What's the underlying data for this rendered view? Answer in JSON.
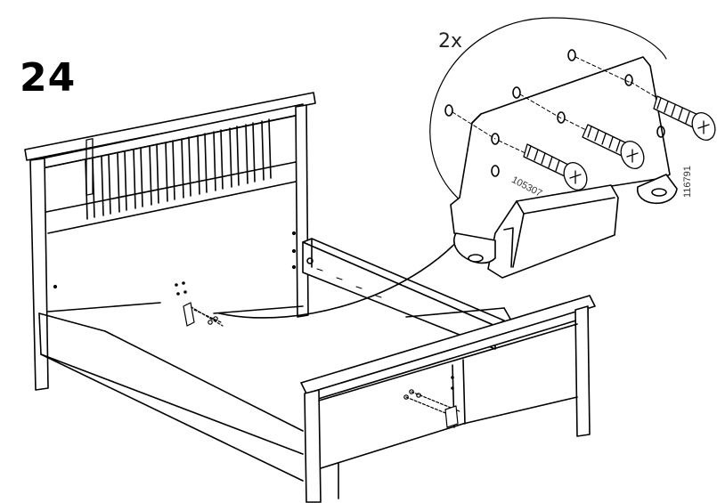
{
  "step": {
    "number": "24"
  },
  "detail": {
    "quantity": "2x",
    "part_number": "105307",
    "document_id": "116791"
  },
  "icons": [
    "bed-frame-illustration",
    "bracket-detail",
    "screw-icon"
  ]
}
